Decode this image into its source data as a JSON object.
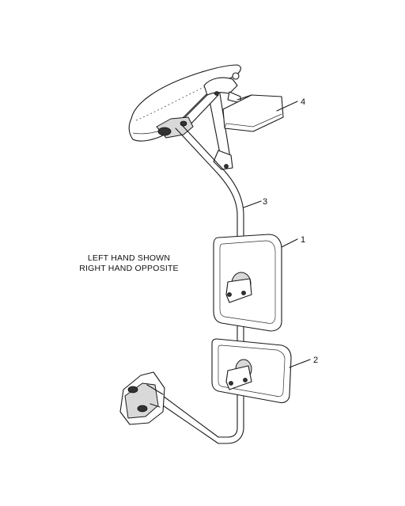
{
  "note": {
    "line1": "LEFT HAND SHOWN",
    "line2": "RIGHT HAND OPPOSITE"
  },
  "callouts": [
    {
      "id": "1",
      "label": "1"
    },
    {
      "id": "2",
      "label": "2"
    },
    {
      "id": "3",
      "label": "3"
    },
    {
      "id": "4",
      "label": "4"
    }
  ]
}
